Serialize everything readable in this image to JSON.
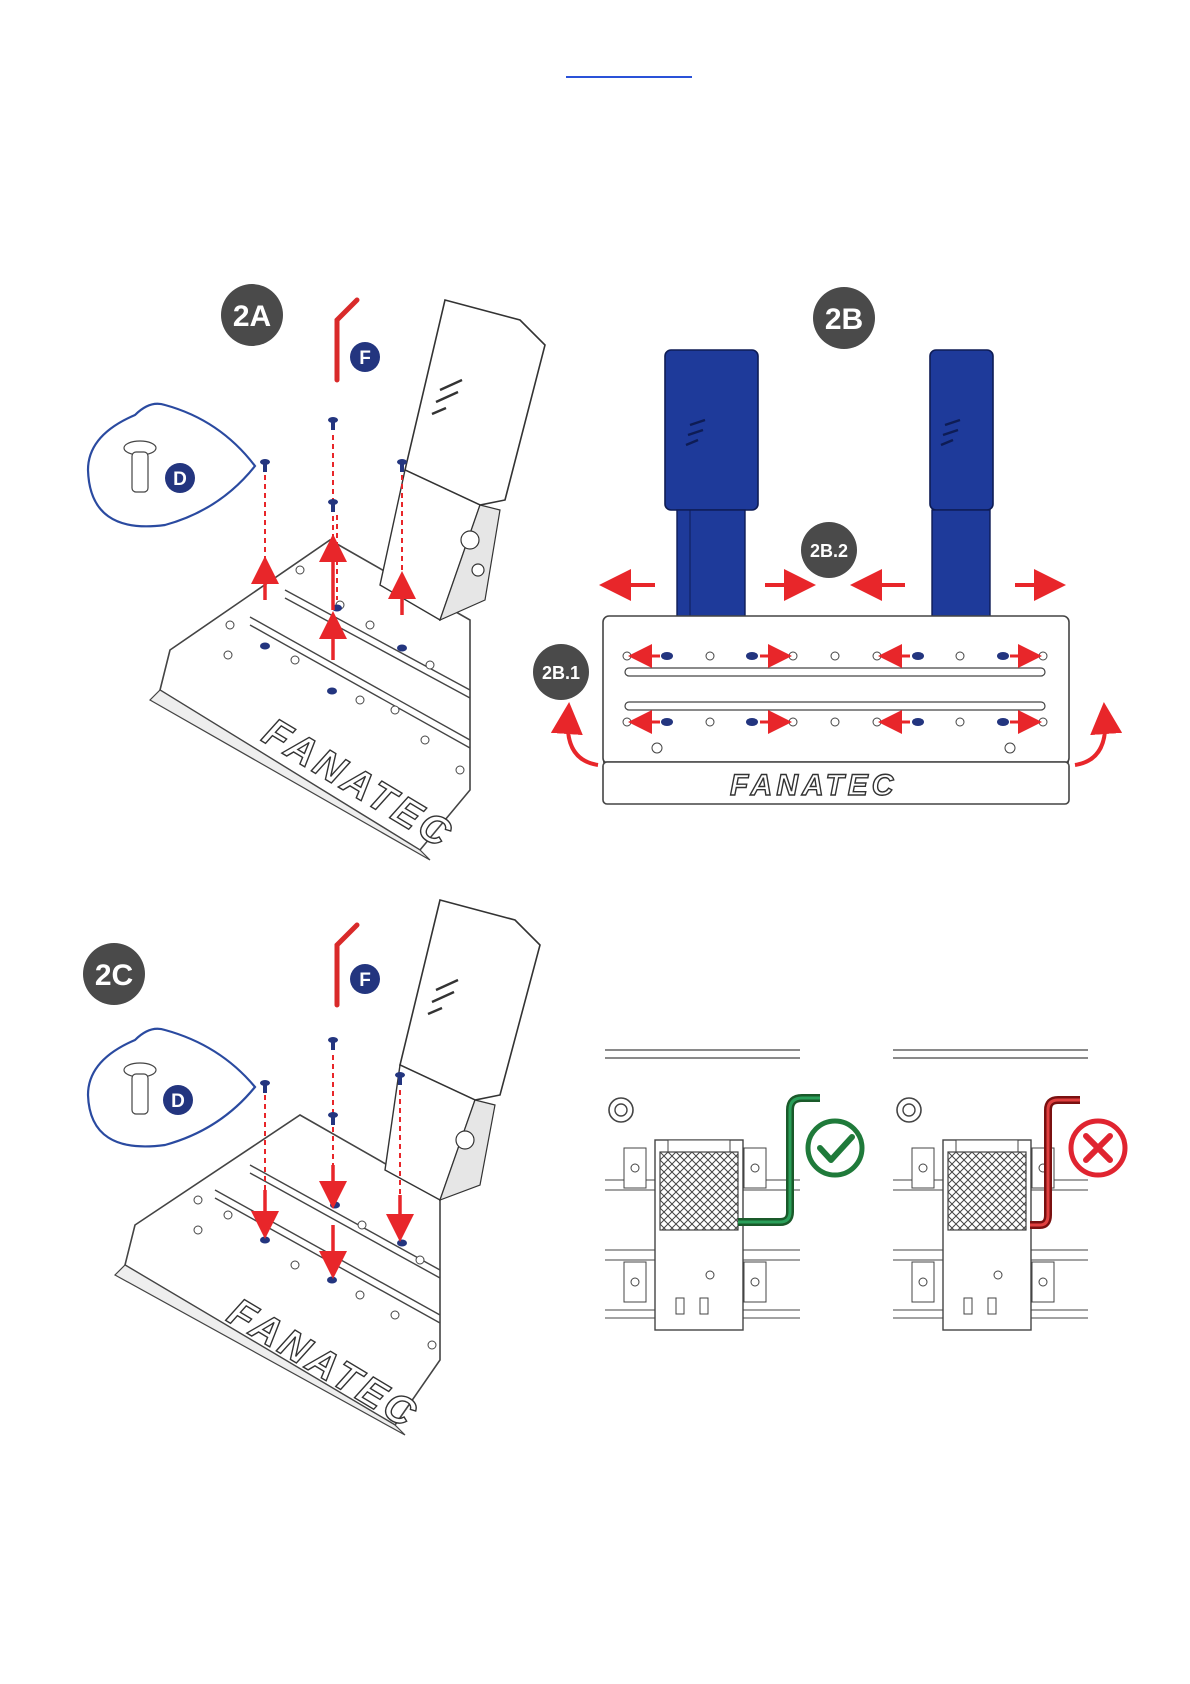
{
  "header": {
    "link_text": ""
  },
  "badges": {
    "step_2a": "2A",
    "step_2b": "2B",
    "step_2b1": "2B.1",
    "step_2b2": "2B.2",
    "step_2c": "2C",
    "part_d": "D",
    "part_f": "F"
  },
  "brand": {
    "text": "FANATEC"
  },
  "icons": {
    "check": "check-circle-icon",
    "cross": "x-circle-icon"
  },
  "colors": {
    "badge": "#4a4a4a",
    "arrow": "#e8262a",
    "pedal_blue": "#1e3a9a",
    "screw_blue": "#23357f",
    "tool_red": "#d92a2a",
    "ok_green": "#1f7a3a",
    "bad_red": "#e02430",
    "callout_border": "#2a4aa0"
  }
}
